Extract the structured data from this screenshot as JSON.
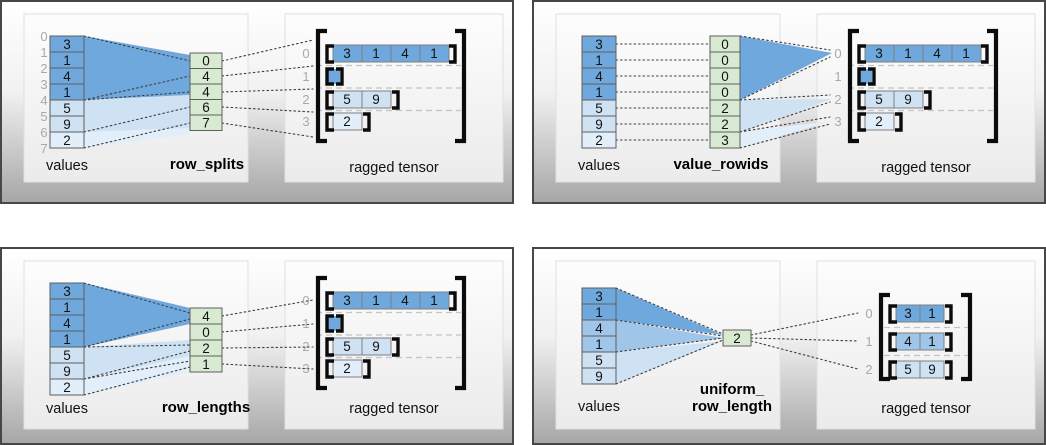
{
  "colors": {
    "dark_blue": "#6fa8dc",
    "medium_blue": "#9fc5e8",
    "light_blue": "#cfe2f3",
    "pale_blue": "#e2eefa",
    "green": "#d9ead3"
  },
  "p0": {
    "values_label": "values",
    "param_label": "row_splits",
    "tensor_label": "ragged tensor",
    "indices": [
      "0",
      "1",
      "2",
      "3",
      "4",
      "5",
      "6",
      "7"
    ],
    "values": [
      "3",
      "1",
      "4",
      "1",
      "5",
      "9",
      "2"
    ],
    "param": [
      "0",
      "4",
      "4",
      "6",
      "7"
    ],
    "row_indices": [
      "0",
      "1",
      "2",
      "3"
    ],
    "tensor": [
      [
        "3",
        "1",
        "4",
        "1"
      ],
      [],
      [
        "5",
        "9"
      ],
      [
        "2"
      ]
    ]
  },
  "p1": {
    "values_label": "values",
    "param_label": "value_rowids",
    "tensor_label": "ragged tensor",
    "values": [
      "3",
      "1",
      "4",
      "1",
      "5",
      "9",
      "2"
    ],
    "param": [
      "0",
      "0",
      "0",
      "0",
      "2",
      "2",
      "3"
    ],
    "row_indices": [
      "0",
      "1",
      "2",
      "3"
    ],
    "tensor": [
      [
        "3",
        "1",
        "4",
        "1"
      ],
      [],
      [
        "5",
        "9"
      ],
      [
        "2"
      ]
    ]
  },
  "p2": {
    "values_label": "values",
    "param_label": "row_lengths",
    "tensor_label": "ragged tensor",
    "values": [
      "3",
      "1",
      "4",
      "1",
      "5",
      "9",
      "2"
    ],
    "param": [
      "4",
      "0",
      "2",
      "1"
    ],
    "row_indices": [
      "0",
      "1",
      "2",
      "3"
    ],
    "tensor": [
      [
        "3",
        "1",
        "4",
        "1"
      ],
      [],
      [
        "5",
        "9"
      ],
      [
        "2"
      ]
    ]
  },
  "p3": {
    "values_label": "values",
    "param_label_line1": "uniform_",
    "param_label_line2": "row_length",
    "tensor_label": "ragged tensor",
    "values": [
      "3",
      "1",
      "4",
      "1",
      "5",
      "9"
    ],
    "param": [
      "2"
    ],
    "row_indices": [
      "0",
      "1",
      "2"
    ],
    "tensor": [
      [
        "3",
        "1"
      ],
      [
        "4",
        "1"
      ],
      [
        "5",
        "9"
      ]
    ]
  }
}
